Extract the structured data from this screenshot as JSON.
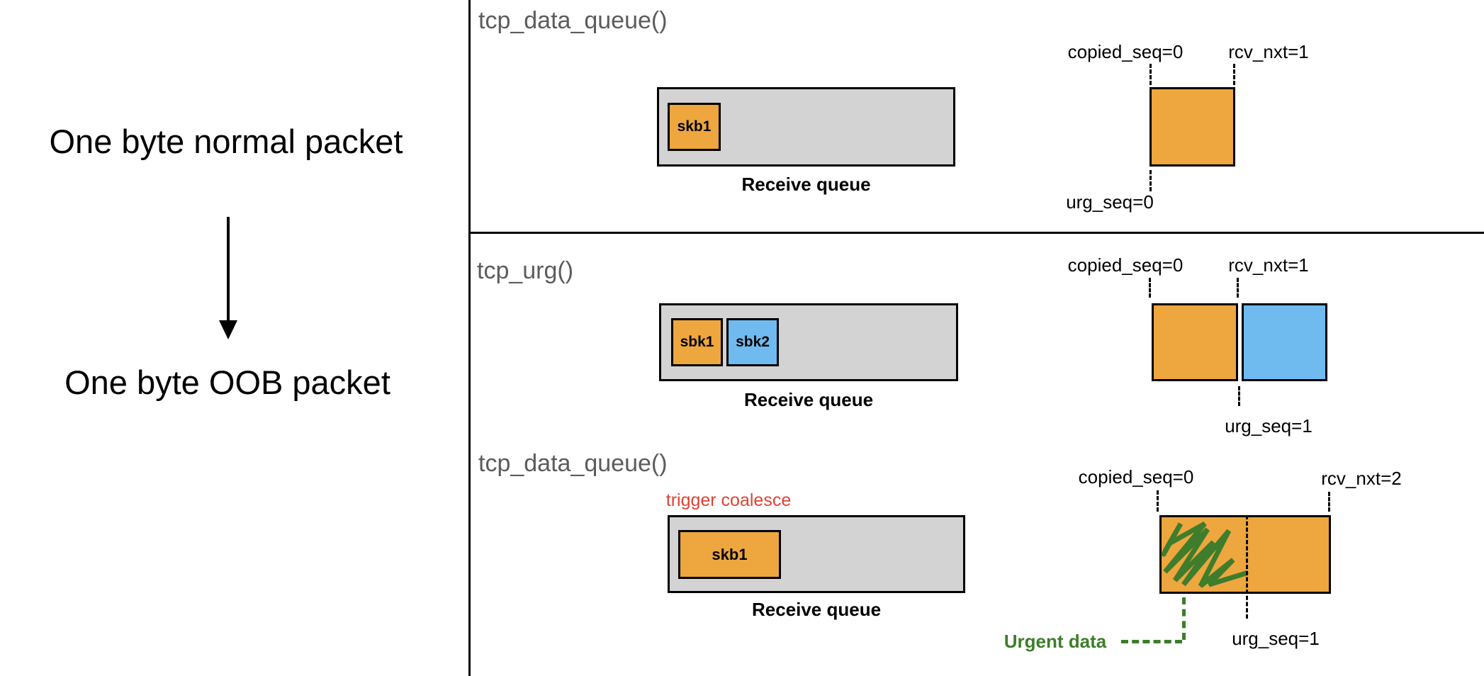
{
  "colors": {
    "orange": "#EEA63F",
    "blue": "#6FBBF0",
    "queue_gray": "#D3D3D3",
    "label_gray": "#5C5C5C",
    "red": "#DD4433",
    "green": "#3E7D2B"
  },
  "left_panel": {
    "top_label": "One byte normal packet",
    "bottom_label": "One byte OOB packet"
  },
  "sections": [
    {
      "function_label": "tcp_data_queue()",
      "queue_caption": "Receive queue",
      "queue_blocks": [
        {
          "label": "skb1"
        }
      ],
      "annotations": {
        "copied_seq": "copied_seq=0",
        "rcv_nxt": "rcv_nxt=1",
        "urg_seq": "urg_seq=0"
      }
    },
    {
      "function_label": "tcp_urg()",
      "queue_caption": "Receive queue",
      "queue_blocks": [
        {
          "label": "sbk1"
        },
        {
          "label": "sbk2"
        }
      ],
      "annotations": {
        "copied_seq": "copied_seq=0",
        "rcv_nxt": "rcv_nxt=1",
        "urg_seq": "urg_seq=1"
      }
    },
    {
      "function_label": "tcp_data_queue()",
      "note": "trigger coalesce",
      "queue_caption": "Receive queue",
      "queue_blocks": [
        {
          "label": "skb1"
        }
      ],
      "annotations": {
        "copied_seq": "copied_seq=0",
        "rcv_nxt": "rcv_nxt=2",
        "urg_seq": "urg_seq=1",
        "urgent_data": "Urgent data"
      }
    }
  ]
}
